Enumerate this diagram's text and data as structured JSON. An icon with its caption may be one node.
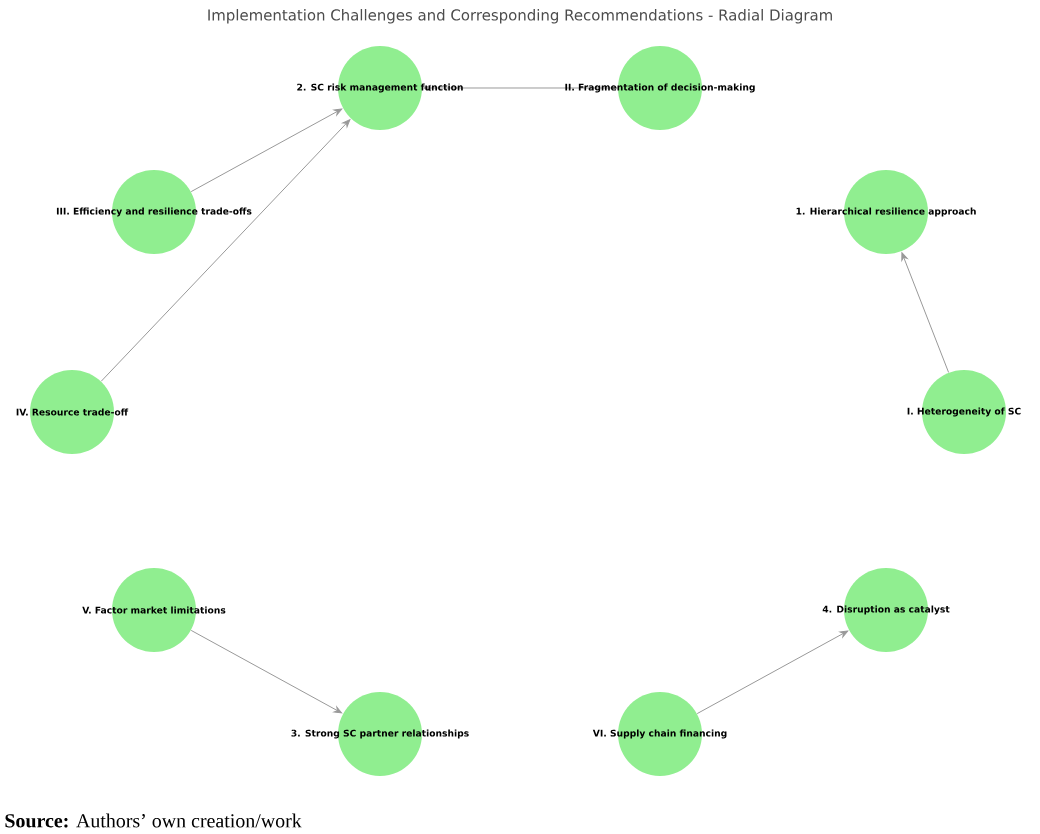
{
  "diagram": {
    "title": "Implementation Challenges and Corresponding Recommendations - Radial Diagram",
    "caption": "**Source:** Authors’ own creation/work",
    "nodes": [
      {
        "text": [
          "2. SC risk management function"
        ]
      },
      {
        "text": [
          "II. Fragmentation of decision-making"
        ]
      },
      {
        "text": [
          "III. Efficiency and resilience trade-offs"
        ]
      },
      {
        "text": [
          "1. Hierarchical resilience approach"
        ]
      },
      {
        "text": [
          "IV. Resource trade-off"
        ]
      },
      {
        "text": [
          "I. Heterogeneity of SC"
        ]
      },
      {
        "text": [
          "V. Factor market limitations"
        ]
      },
      {
        "text": [
          "4. Disruption as catalyst"
        ]
      },
      {
        "text": [
          "3. Strong SC partner relationships"
        ]
      },
      {
        "text": [
          "VI. Supply chain financing"
        ]
      }
    ],
    "edges": [
      {
        "from": 1,
        "to": 0,
        "arrow": "to"
      },
      {
        "from": 2,
        "to": 0,
        "arrow": "to"
      },
      {
        "from": 4,
        "to": 0,
        "arrow": "to"
      },
      {
        "from": 5,
        "to": 3,
        "arrow": "to"
      },
      {
        "from": 6,
        "to": 8,
        "arrow": "to"
      },
      {
        "from": 9,
        "to": 7,
        "arrow": "to"
      }
    ]
  }
}
